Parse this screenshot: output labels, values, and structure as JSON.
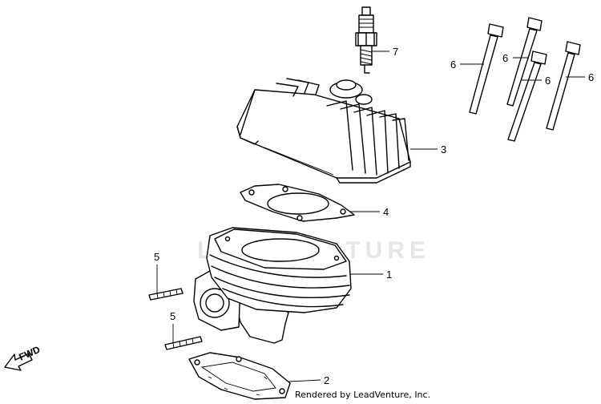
{
  "watermark": "LEADVENTURE",
  "credit": "Rendered by LeadVenture, Inc.",
  "direction_label": "FWD",
  "callouts": {
    "cylinder": "1",
    "base_gasket": "2",
    "cylinder_head": "3",
    "head_gasket": "4",
    "stud_upper": "5",
    "stud_lower": "5",
    "spark_plug": "7",
    "bolt_1": "6",
    "bolt_2": "6",
    "bolt_3": "6",
    "bolt_4": "6"
  }
}
